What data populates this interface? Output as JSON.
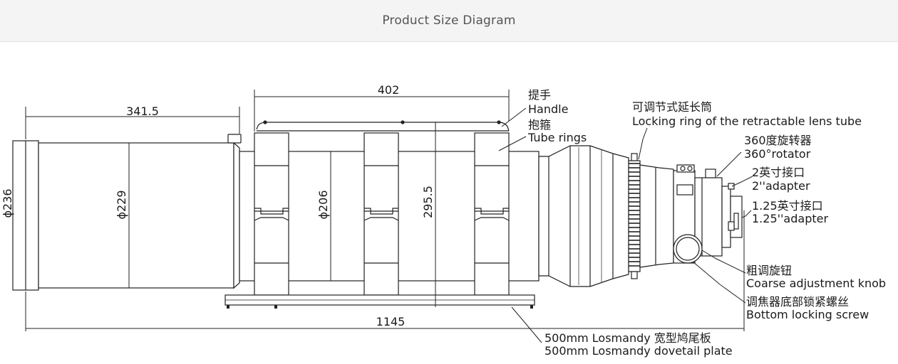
{
  "header": {
    "title": "Product Size Diagram"
  },
  "dimensions": {
    "dew_shield_length": "341.5",
    "tube_ring_span": "402",
    "total_length": "1145",
    "outer_diameter": "ϕ236",
    "dew_shield_diameter": "ϕ229",
    "tube_diameter": "ϕ206",
    "height": "295.5"
  },
  "callouts": {
    "handle_cn": "提手",
    "handle_en": "Handle",
    "rings_cn": "抱箍",
    "rings_en": "Tube rings",
    "lockring_cn": "可调节式延长筒",
    "lockring_en": "Locking ring of the retractable lens tube",
    "rotator_cn": "360度旋转器",
    "rotator_en": "360°rotator",
    "adapter2_cn": "2英寸接口",
    "adapter2_en": "2''adapter",
    "adapter125_cn": "1.25英寸接口",
    "adapter125_en": "1.25''adapter",
    "knob_cn": "粗调旋钮",
    "knob_en": "Coarse adjustment knob",
    "screw_cn": "调焦器底部锁紧螺丝",
    "screw_en": "Bottom locking screw",
    "plate_cn": "500mm Losmandy 宽型鸠尾板",
    "plate_en": "500mm Losmandy dovetail plate"
  }
}
